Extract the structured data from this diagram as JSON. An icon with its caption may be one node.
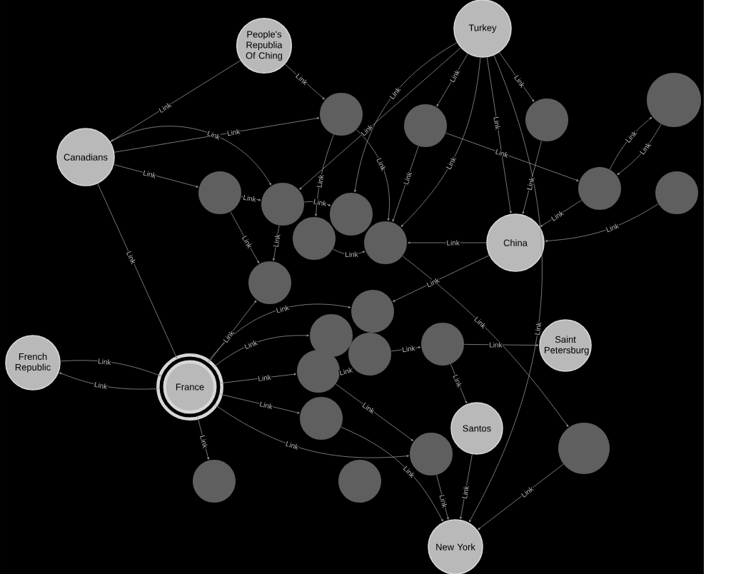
{
  "diagram": {
    "nodes": [
      {
        "text": [
          "Turkey"
        ]
      },
      {
        "text": [
          "People's Republia Of Ching"
        ]
      },
      {
        "text": [],
        "shape": "circle"
      },
      {
        "text": [
          "Canadians"
        ]
      },
      {
        "text": [
          "China"
        ]
      },
      {
        "text": [
          "French Republic"
        ]
      },
      {
        "text": [
          "France"
        ]
      },
      {
        "text": [
          "Saint Petersburg"
        ]
      },
      {
        "text": [
          "Santos"
        ]
      },
      {
        "text": [],
        "shape": "circle"
      },
      {
        "text": [
          "New York"
        ]
      },
      {
        "text": [],
        "shape": "circle"
      },
      {
        "text": [],
        "shape": "circle"
      },
      {
        "text": [],
        "shape": "circle"
      },
      {
        "text": [],
        "shape": "circle"
      },
      {
        "text": [],
        "shape": "circle"
      },
      {
        "text": [],
        "shape": "circle"
      },
      {
        "text": [],
        "shape": "circle"
      },
      {
        "text": [],
        "shape": "circle"
      },
      {
        "text": [],
        "shape": "circle"
      },
      {
        "text": [],
        "shape": "circle"
      },
      {
        "text": [],
        "shape": "circle"
      },
      {
        "text": [],
        "shape": "circle"
      },
      {
        "text": [],
        "shape": "circle"
      },
      {
        "text": [],
        "shape": "circle"
      },
      {
        "text": [],
        "shape": "circle"
      },
      {
        "text": [],
        "shape": "circle"
      },
      {
        "text": [],
        "shape": "circle"
      },
      {
        "text": [],
        "shape": "circle"
      },
      {
        "text": [],
        "shape": "circle"
      },
      {
        "text": [],
        "shape": "circle"
      }
    ],
    "edges": [
      {
        "from": 1,
        "to": 3,
        "arrow": "to",
        "label": "Link"
      },
      {
        "from": 1,
        "to": 11,
        "arrow": "to",
        "label": "Link"
      },
      {
        "from": 3,
        "to": 11,
        "arrow": "to",
        "label": "Link"
      },
      {
        "from": 3,
        "to": 14,
        "arrow": "to",
        "label": "Link"
      },
      {
        "from": 3,
        "to": 15,
        "arrow": "to",
        "label": "Link"
      },
      {
        "from": 3,
        "to": 6,
        "arrow": "to",
        "label": "Link"
      },
      {
        "from": 0,
        "to": 15,
        "arrow": "to",
        "label": "Link"
      },
      {
        "from": 0,
        "to": 12,
        "arrow": "to",
        "label": "Link"
      },
      {
        "from": 0,
        "to": 13,
        "arrow": "to",
        "label": "Link"
      },
      {
        "from": 0,
        "to": 16,
        "arrow": "to",
        "label": "Link"
      },
      {
        "from": 0,
        "to": 20,
        "arrow": "to",
        "label": "Link"
      },
      {
        "from": 0,
        "to": 4,
        "arrow": "to",
        "label": "Link"
      },
      {
        "from": 0,
        "to": 10,
        "arrow": "to",
        "label": "Link"
      },
      {
        "from": 2,
        "to": 17,
        "arrow": "to",
        "label": "Link"
      },
      {
        "from": 17,
        "to": 2,
        "arrow": "to",
        "label": "Link"
      },
      {
        "from": 12,
        "to": 17,
        "arrow": "to",
        "label": "Link"
      },
      {
        "from": 17,
        "to": 4,
        "arrow": "to",
        "label": "Link"
      },
      {
        "from": 18,
        "to": 4,
        "arrow": "to",
        "label": "Link"
      },
      {
        "from": 13,
        "to": 4,
        "arrow": "to",
        "label": "Link"
      },
      {
        "from": 12,
        "to": 20,
        "arrow": "to",
        "label": "Link"
      },
      {
        "from": 11,
        "to": 19,
        "arrow": "to",
        "label": "Link"
      },
      {
        "from": 11,
        "to": 20,
        "arrow": "to",
        "label": "Link"
      },
      {
        "from": 14,
        "to": 21,
        "arrow": "to",
        "label": "Link"
      },
      {
        "from": 15,
        "to": 21,
        "arrow": "to",
        "label": "Link"
      },
      {
        "from": 15,
        "to": 16,
        "arrow": "to",
        "label": "Link"
      },
      {
        "from": 14,
        "to": 15,
        "arrow": "to",
        "label": "Link"
      },
      {
        "from": 19,
        "to": 20,
        "arrow": "to",
        "label": "Link"
      },
      {
        "from": 4,
        "to": 20,
        "arrow": "to",
        "label": "Link"
      },
      {
        "from": 4,
        "to": 22,
        "arrow": "to",
        "label": "Link"
      },
      {
        "from": 5,
        "to": 6,
        "arrow": "to",
        "label": "Link"
      },
      {
        "from": 6,
        "to": 5,
        "arrow": "to",
        "label": "Link"
      },
      {
        "from": 6,
        "to": 21,
        "arrow": "to",
        "label": "Link"
      },
      {
        "from": 6,
        "to": 22,
        "arrow": "to",
        "label": "Link"
      },
      {
        "from": 6,
        "to": 23,
        "arrow": "to",
        "label": "Link"
      },
      {
        "from": 6,
        "to": 24,
        "arrow": "to",
        "label": "Link"
      },
      {
        "from": 24,
        "to": 25,
        "arrow": "to",
        "label": "Link"
      },
      {
        "from": 6,
        "to": 27,
        "arrow": "to",
        "label": "Link"
      },
      {
        "from": 6,
        "to": 28,
        "arrow": "to",
        "label": "Link"
      },
      {
        "from": 6,
        "to": 29,
        "arrow": "to",
        "label": "Link"
      },
      {
        "from": 26,
        "to": 7,
        "arrow": "to",
        "label": "Link"
      },
      {
        "from": 25,
        "to": 26,
        "arrow": "to",
        "label": "Link"
      },
      {
        "from": 20,
        "to": 9,
        "arrow": "to",
        "label": "Link"
      },
      {
        "from": 8,
        "to": 10,
        "arrow": "to",
        "label": "Link"
      },
      {
        "from": 26,
        "to": 8,
        "arrow": "to",
        "label": "Link"
      },
      {
        "from": 28,
        "to": 10,
        "arrow": "to",
        "label": "Link"
      },
      {
        "from": 9,
        "to": 10,
        "arrow": "to",
        "label": "Link"
      },
      {
        "from": 27,
        "to": 10,
        "arrow": "to",
        "label": "Link"
      },
      {
        "from": 24,
        "to": 28,
        "arrow": "to",
        "label": "Link"
      }
    ]
  }
}
